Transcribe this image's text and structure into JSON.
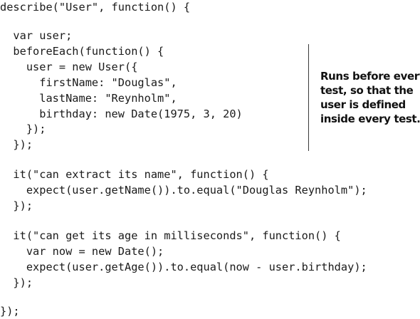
{
  "code_lines": [
    "describe(\"User\", function() {",
    "",
    "  var user;",
    "  beforeEach(function() {",
    "    user = new User({",
    "      firstName: \"Douglas\",",
    "      lastName: \"Reynholm\",",
    "      birthday: new Date(1975, 3, 20)",
    "    });",
    "  });",
    "",
    "  it(\"can extract its name\", function() {",
    "    expect(user.getName()).to.equal(\"Douglas Reynholm\");",
    "  });",
    "",
    "  it(\"can get its age in milliseconds\", function() {",
    "    var now = new Date();",
    "    expect(user.getAge()).to.equal(now - user.birthday);",
    "  });",
    "",
    "});"
  ],
  "annotation": {
    "lines": [
      "Runs before every",
      "test, so that the",
      "user is defined",
      "inside every test."
    ]
  }
}
